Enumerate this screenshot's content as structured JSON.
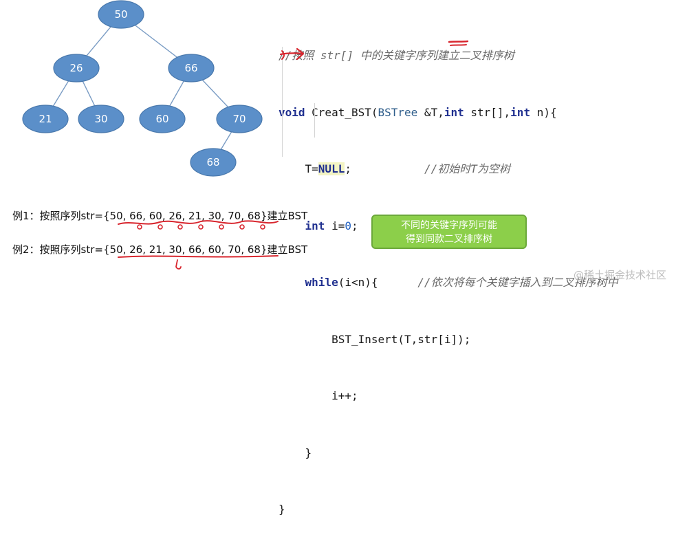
{
  "tree": {
    "nodes": [
      {
        "id": "n50",
        "label": "50"
      },
      {
        "id": "n26",
        "label": "26"
      },
      {
        "id": "n66",
        "label": "66"
      },
      {
        "id": "n21",
        "label": "21"
      },
      {
        "id": "n30",
        "label": "30"
      },
      {
        "id": "n60",
        "label": "60"
      },
      {
        "id": "n70",
        "label": "70"
      },
      {
        "id": "n68",
        "label": "68"
      }
    ],
    "edges": [
      [
        "n50",
        "n26"
      ],
      [
        "n50",
        "n66"
      ],
      [
        "n26",
        "n21"
      ],
      [
        "n26",
        "n30"
      ],
      [
        "n66",
        "n60"
      ],
      [
        "n66",
        "n70"
      ],
      [
        "n70",
        "n68"
      ]
    ],
    "colors": {
      "fill": "#5b8fc9",
      "stroke": "#4a79ad",
      "edge": "#7a9cc4"
    }
  },
  "code": {
    "l1": "//按照 str[] 中的关键字序列建立二叉排序树",
    "l2_void": "void",
    "l2_fn": " Creat_BST(",
    "l2_type": "BSTree",
    "l2_ref": " &T,",
    "l2_int1": "int",
    "l2_mid": " str[],",
    "l2_int2": "int",
    "l2_end": " n){",
    "l3_code": "T=",
    "l3_null": "NULL",
    "l3_semi": ";",
    "l3_cmt": "//初始时T为空树",
    "l4_int": "int",
    "l4_code": " i=",
    "l4_num": "0",
    "l4_semi": ";",
    "l5_while": "while",
    "l5_code": "(i<n){",
    "l5_cmt": "//依次将每个关键字插入到二叉排序树中",
    "l6": "BST_Insert(T,str[i]);",
    "l7": "i++;",
    "l8": "}",
    "l9": "}"
  },
  "examples": {
    "ex1": "例1：按照序列str={50, 66, 60, 26, 21, 30, 70, 68}建立BST",
    "ex2": "例2：按照序列str={50, 26, 21, 30, 66, 60, 70, 68}建立BST"
  },
  "callout": {
    "line1": "不同的关键字序列可能",
    "line2": "得到同款二叉排序树",
    "fill": "#8ccf4a"
  },
  "watermark": "@稀土掘金技术社区",
  "annotation_color": "#d8262e"
}
